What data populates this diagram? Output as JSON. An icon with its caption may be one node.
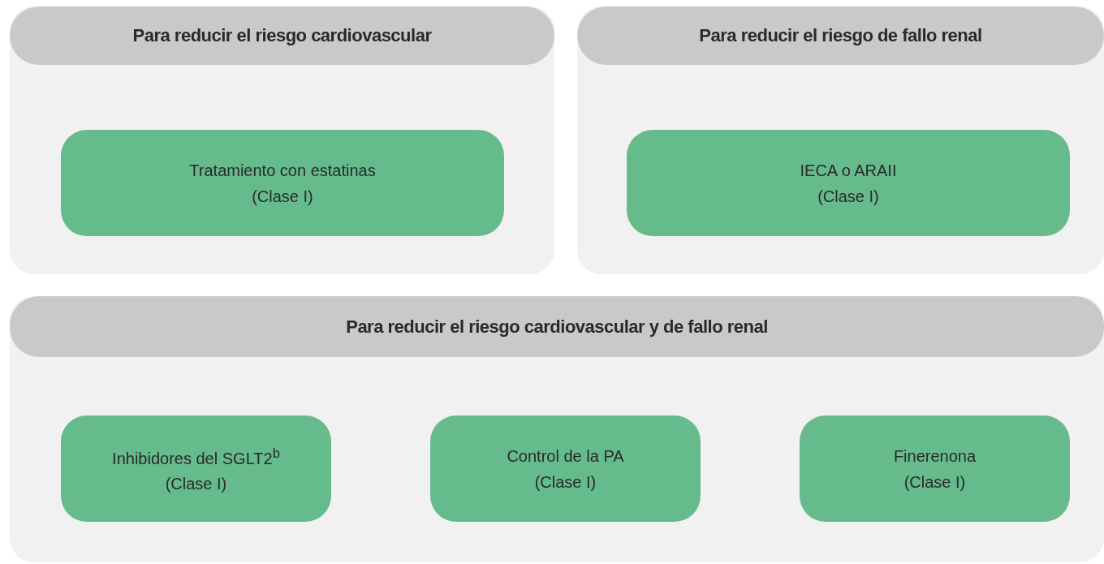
{
  "diagram": {
    "nodes": [
      {
        "text": [
          "Para reducir el riesgo cardiovascular"
        ]
      },
      {
        "text": [
          "Tratamiento con estatinas",
          "(Clase I)"
        ],
        "in": 0
      },
      {
        "text": [
          "Para reducir el riesgo de fallo renal"
        ]
      },
      {
        "text": [
          "IECA o ARAII",
          "(Clase I)"
        ],
        "in": 2
      },
      {
        "text": [
          "Para reducir el riesgo cardiovascular y de fallo renal"
        ]
      },
      {
        "text": [
          "Inhibidores del SGLT2$^{b}$",
          "(Clase I)"
        ],
        "in": 4
      },
      {
        "text": [
          "Control de la PA",
          "(Clase I)"
        ],
        "in": 4
      },
      {
        "text": [
          "Finerenona",
          "(Clase I)"
        ],
        "in": 4
      }
    ],
    "edges": []
  }
}
